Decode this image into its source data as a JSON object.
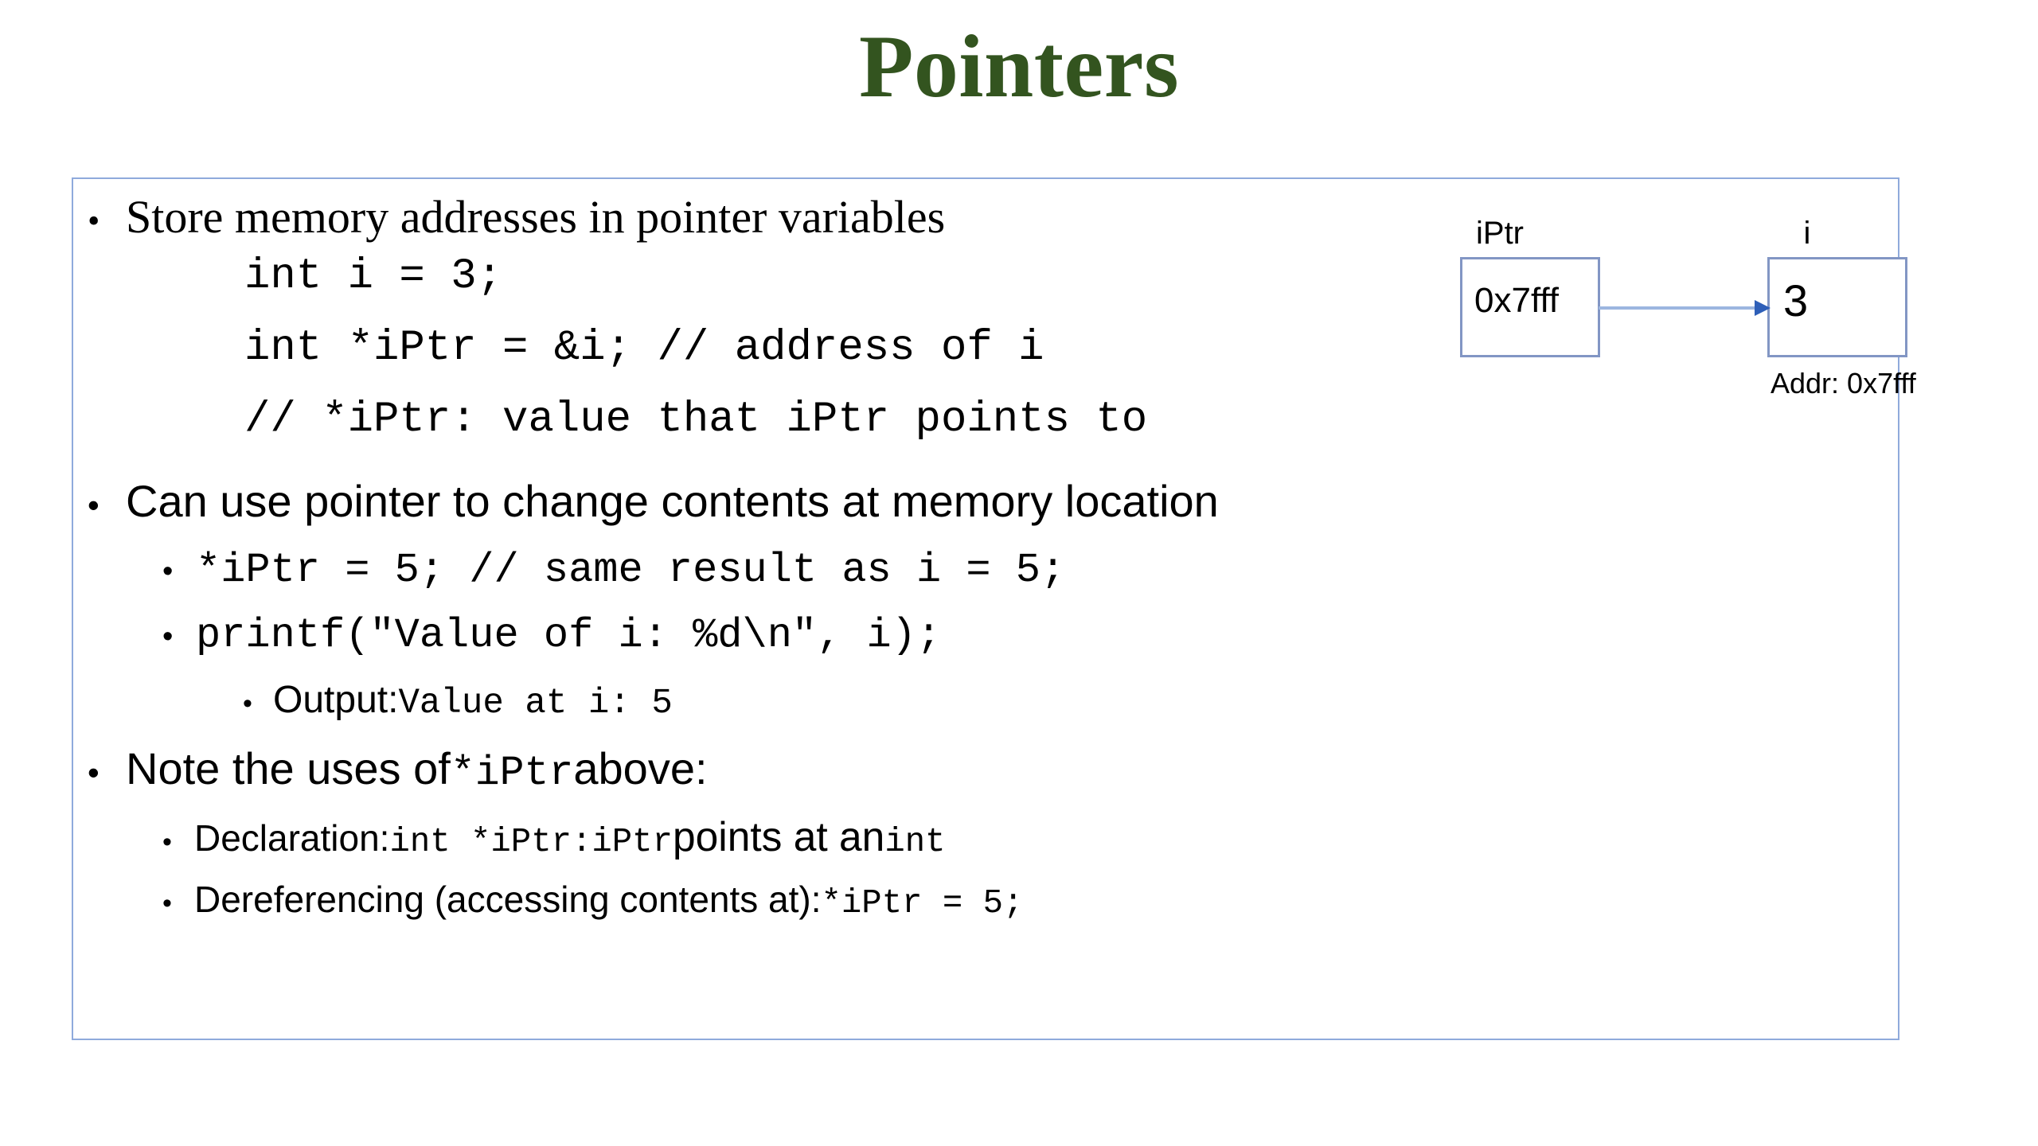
{
  "slide": {
    "title": "Pointers",
    "title_color": "#33541f",
    "frame_border_color": "#8faadc"
  },
  "content": {
    "bullets": [
      {
        "id": "store",
        "level": 1,
        "text": "Store memory addresses in pointer variables"
      },
      {
        "id": "canuse",
        "level": 1,
        "text": "Can use pointer to change contents at memory location"
      },
      {
        "id": "note_a",
        "level": 1,
        "text": "Note the uses of "
      },
      {
        "id": "note_b",
        "level": 1,
        "text": "*iPtr"
      },
      {
        "id": "note_c",
        "level": 1,
        "text": " above:"
      }
    ],
    "code_lines": [
      "int i = 3;",
      "int *iPtr = &i; // address of i",
      "// *iPtr: value that iPtr points to"
    ],
    "sub_bullets": {
      "star_assign": "*iPtr = 5;  // same result as i = 5;",
      "printf_call": "printf(\"Value of i: %d\\n\", i);",
      "output_label": "Output: ",
      "output_value": "Value at i: 5",
      "declaration_label": "Declaration: ",
      "declaration_code1": "int *iPtr",
      "declaration_sep1": ": ",
      "declaration_code2": "iPtr",
      "declaration_phrase": " points at an ",
      "declaration_code3": "int",
      "dereferencing_label": "Dereferencing (accessing contents at): ",
      "dereferencing_code": "*iPtr = 5;"
    }
  },
  "diagram": {
    "pointer_label": "iPtr",
    "pointer_value": "0x7fff",
    "target_label": "i",
    "target_value": "3",
    "address_note": "Addr: 0x7fff",
    "box_border_color": "#8296c4",
    "arrow_line_color": "#9cb6e0",
    "arrow_head_color": "#2e5fb8"
  }
}
